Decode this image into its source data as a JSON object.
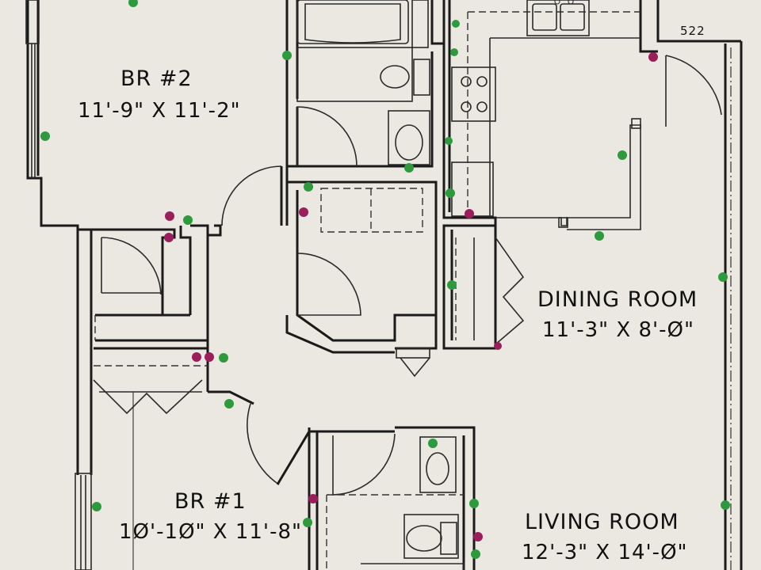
{
  "sheet": {
    "number": "522"
  },
  "rooms": {
    "br2": {
      "name": "BR #2",
      "dims": "11'-9\" X 11'-2\""
    },
    "dining": {
      "name": "DINING ROOM",
      "dims": "11'-3\" X 8'-Ø\""
    },
    "br1": {
      "name": "BR #1",
      "dims": "1Ø'-1Ø\" X 11'-8\""
    },
    "living": {
      "name": "LIVING ROOM",
      "dims": "12'-3\" X 14'-Ø\""
    }
  },
  "colors": {
    "paper": "#ebe8e1",
    "ink": "#1a1a1a",
    "marker_green": "#2e9a3e",
    "marker_magenta": "#9a1d5c"
  }
}
